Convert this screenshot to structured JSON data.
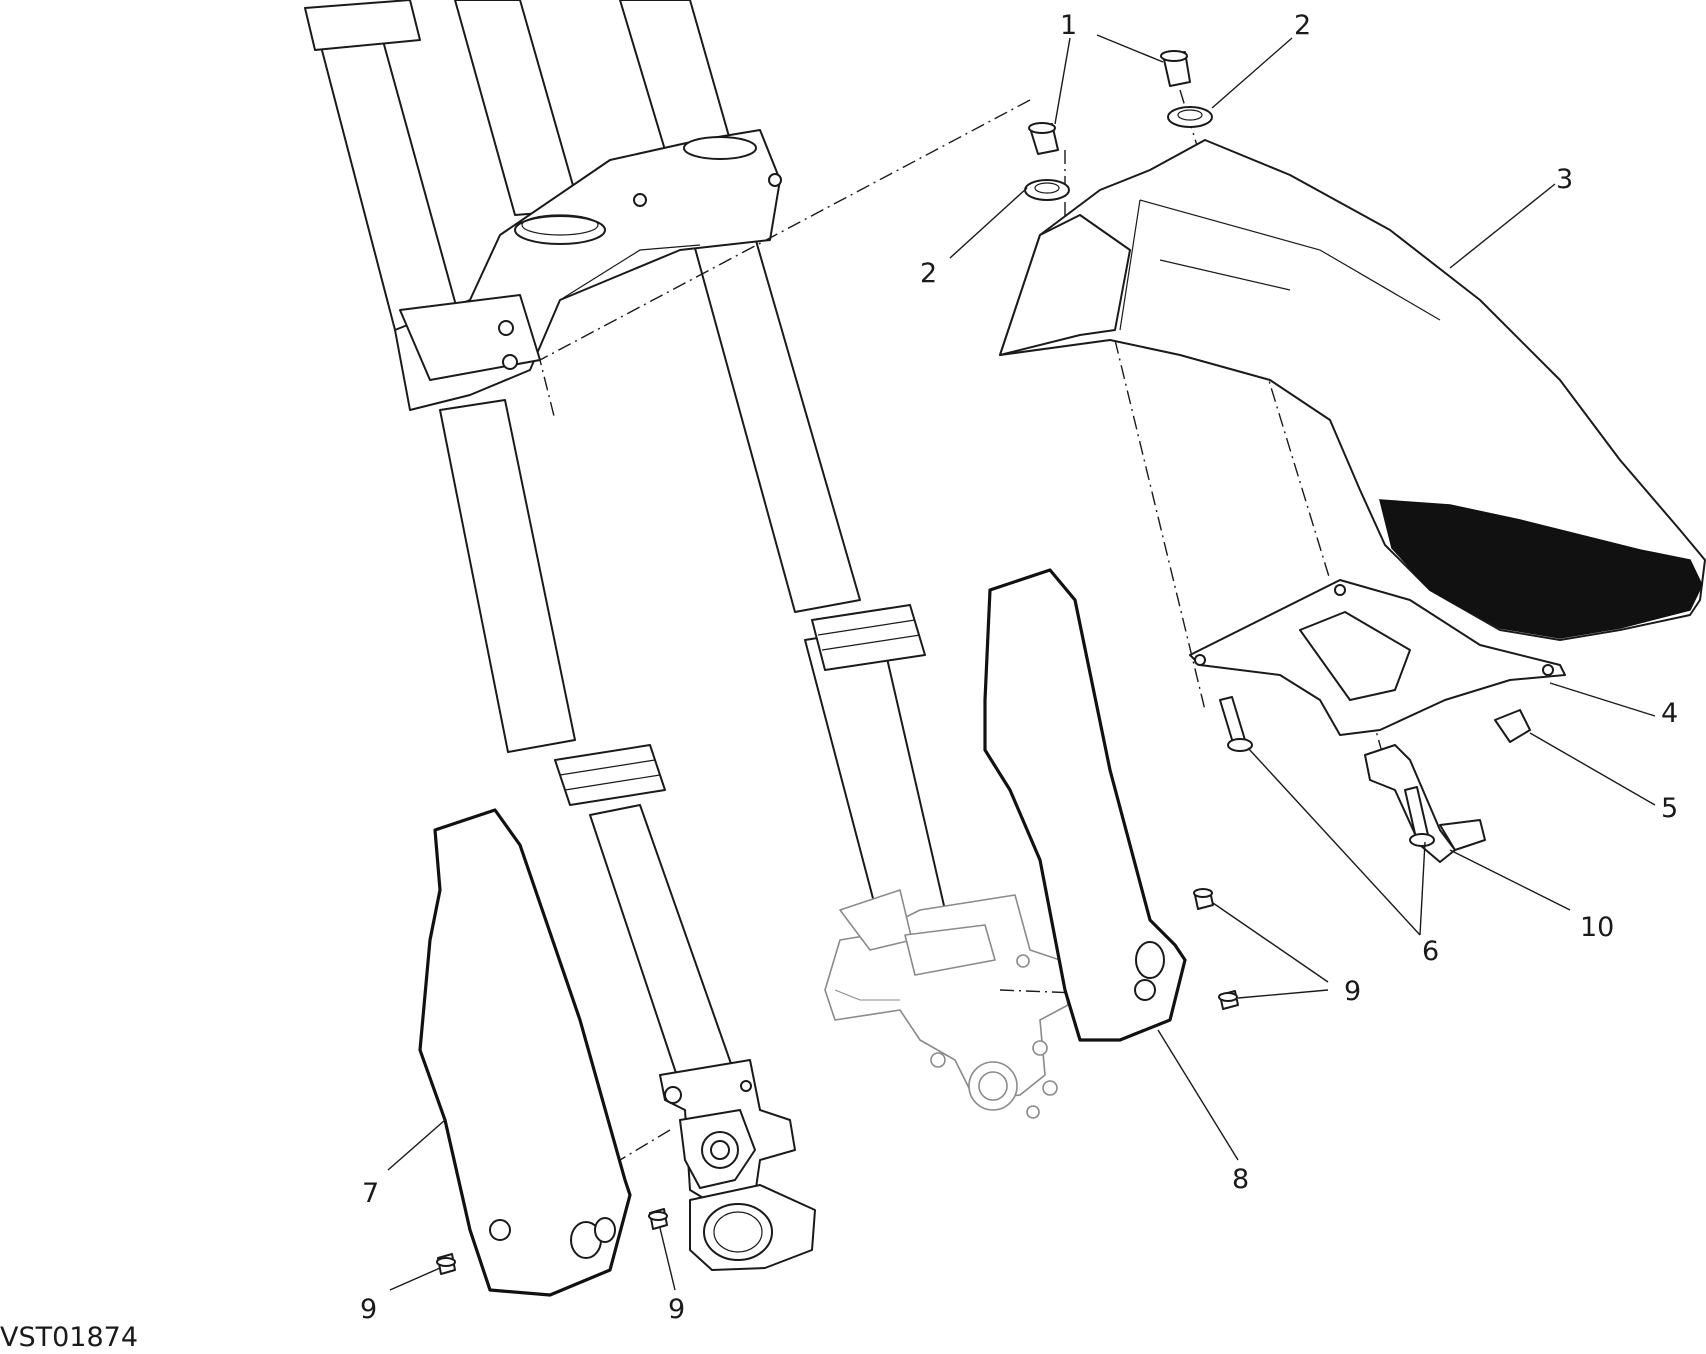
{
  "drawing_code": "VST01874",
  "callouts": [
    {
      "id": "callout-1-top",
      "label": "1"
    },
    {
      "id": "callout-2-top",
      "label": "2"
    },
    {
      "id": "callout-3",
      "label": "3"
    },
    {
      "id": "callout-2-left",
      "label": "2"
    },
    {
      "id": "callout-4",
      "label": "4"
    },
    {
      "id": "callout-5",
      "label": "5"
    },
    {
      "id": "callout-10",
      "label": "10"
    },
    {
      "id": "callout-6",
      "label": "6"
    },
    {
      "id": "callout-9-right",
      "label": "9"
    },
    {
      "id": "callout-8",
      "label": "8"
    },
    {
      "id": "callout-7",
      "label": "7"
    },
    {
      "id": "callout-9-bottom-left",
      "label": "9"
    },
    {
      "id": "callout-9-bottom-mid",
      "label": "9"
    }
  ]
}
